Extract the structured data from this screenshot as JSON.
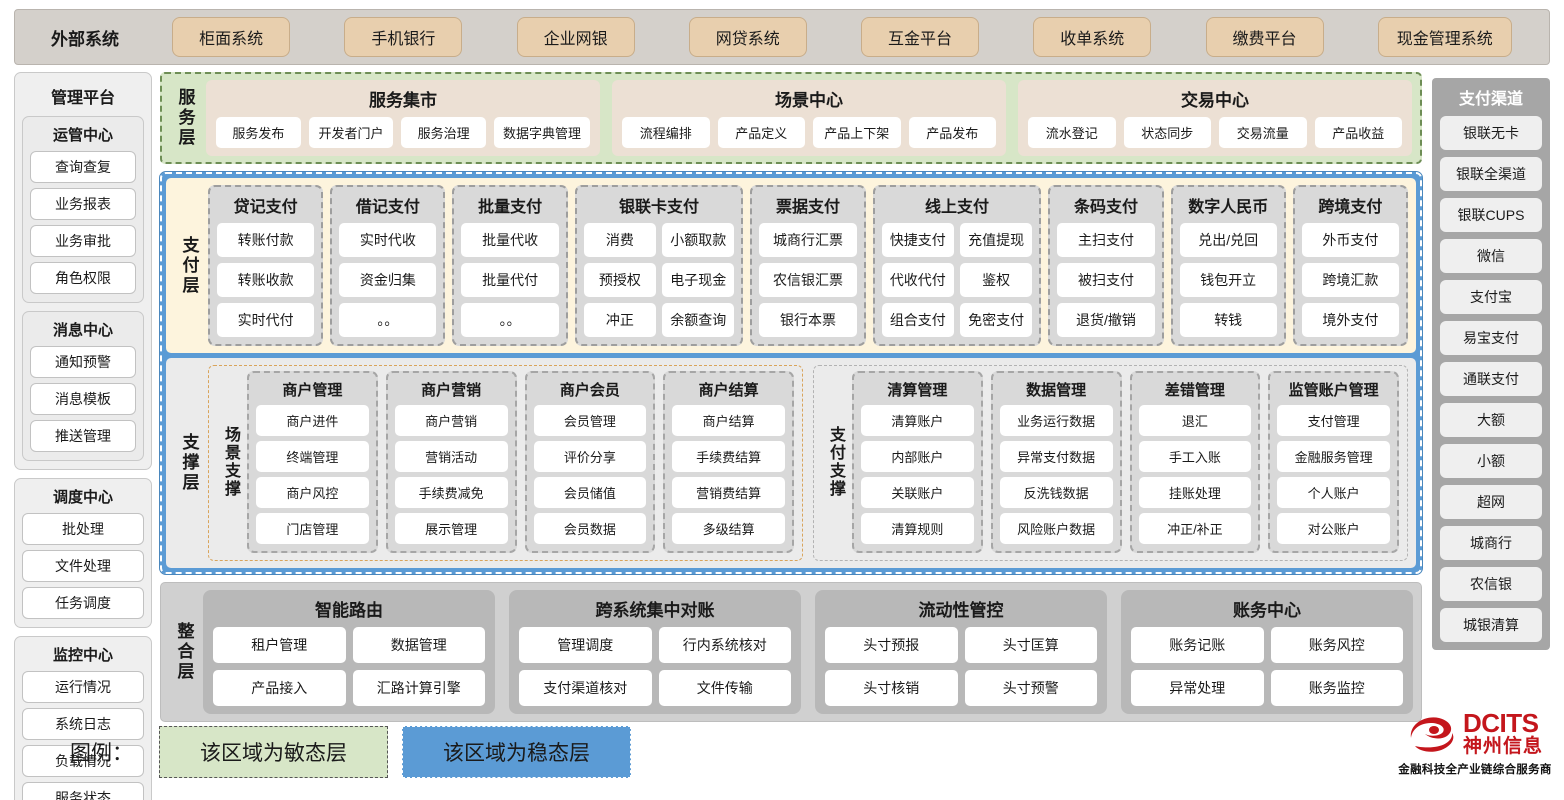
{
  "external": {
    "title": "外部系统",
    "items": [
      "柜面系统",
      "手机银行",
      "企业网银",
      "网贷系统",
      "互金平台",
      "收单系统",
      "缴费平台",
      "现金管理系统"
    ]
  },
  "management": {
    "title": "管理平台",
    "groups": [
      {
        "title": "运管中心",
        "items": [
          "查询查复",
          "业务报表",
          "业务审批",
          "角色权限"
        ]
      },
      {
        "title": "消息中心",
        "items": [
          "通知预警",
          "消息模板",
          "推送管理"
        ]
      }
    ],
    "standalone": [
      {
        "title": "调度中心",
        "items": [
          "批处理",
          "文件处理",
          "任务调度"
        ]
      },
      {
        "title": "监控中心",
        "items": [
          "运行情况",
          "系统日志",
          "负载情况",
          "服务状态"
        ]
      }
    ]
  },
  "service_layer": {
    "label": "服务层",
    "groups": [
      {
        "title": "服务集市",
        "items": [
          "服务发布",
          "开发者门户",
          "服务治理",
          "数据字典管理"
        ]
      },
      {
        "title": "场景中心",
        "items": [
          "流程编排",
          "产品定义",
          "产品上下架",
          "产品发布"
        ]
      },
      {
        "title": "交易中心",
        "items": [
          "流水登记",
          "状态同步",
          "交易流量",
          "产品收益"
        ]
      }
    ]
  },
  "payment_layer": {
    "label": "支付层",
    "groups": [
      {
        "title": "贷记支付",
        "cols": 1,
        "items": [
          "转账付款",
          "转账收款",
          "实时代付"
        ]
      },
      {
        "title": "借记支付",
        "cols": 1,
        "items": [
          "实时代收",
          "资金归集",
          "。。"
        ]
      },
      {
        "title": "批量支付",
        "cols": 1,
        "items": [
          "批量代收",
          "批量代付",
          "。。"
        ]
      },
      {
        "title": "银联卡支付",
        "cols": 2,
        "items": [
          "消费",
          "小额取款",
          "预授权",
          "电子现金",
          "冲正",
          "余额查询"
        ]
      },
      {
        "title": "票据支付",
        "cols": 1,
        "items": [
          "城商行汇票",
          "农信银汇票",
          "银行本票"
        ]
      },
      {
        "title": "线上支付",
        "cols": 2,
        "items": [
          "快捷支付",
          "充值提现",
          "代收代付",
          "鉴权",
          "组合支付",
          "免密支付"
        ]
      },
      {
        "title": "条码支付",
        "cols": 1,
        "items": [
          "主扫支付",
          "被扫支付",
          "退货/撤销"
        ]
      },
      {
        "title": "数字人民币",
        "cols": 1,
        "items": [
          "兑出/兑回",
          "钱包开立",
          "转钱"
        ]
      },
      {
        "title": "跨境支付",
        "cols": 1,
        "items": [
          "外币支付",
          "跨境汇款",
          "境外支付"
        ]
      }
    ]
  },
  "support_layer": {
    "label": "支撑层",
    "blocks": [
      {
        "label": "场景支撑",
        "style": "scenario",
        "cols": [
          {
            "title": "商户管理",
            "items": [
              "商户进件",
              "终端管理",
              "商户风控",
              "门店管理"
            ]
          },
          {
            "title": "商户营销",
            "items": [
              "商户营销",
              "营销活动",
              "手续费减免",
              "展示管理"
            ]
          },
          {
            "title": "商户会员",
            "items": [
              "会员管理",
              "评价分享",
              "会员储值",
              "会员数据"
            ]
          },
          {
            "title": "商户结算",
            "items": [
              "商户结算",
              "手续费结算",
              "营销费结算",
              "多级结算"
            ]
          }
        ]
      },
      {
        "label": "支付支撑",
        "style": "paysup",
        "cols": [
          {
            "title": "清算管理",
            "items": [
              "清算账户",
              "内部账户",
              "关联账户",
              "清算规则"
            ]
          },
          {
            "title": "数据管理",
            "items": [
              "业务运行数据",
              "异常支付数据",
              "反洗钱数据",
              "风险账户数据"
            ]
          },
          {
            "title": "差错管理",
            "items": [
              "退汇",
              "手工入账",
              "挂账处理",
              "冲正/补正"
            ]
          },
          {
            "title": "监管账户管理",
            "items": [
              "支付管理",
              "金融服务管理",
              "个人账户",
              "对公账户"
            ]
          }
        ]
      }
    ]
  },
  "integration_layer": {
    "label": "整合层",
    "groups": [
      {
        "title": "智能路由",
        "items": [
          "租户管理",
          "数据管理",
          "产品接入",
          "汇路计算引擎"
        ]
      },
      {
        "title": "跨系统集中对账",
        "items": [
          "管理调度",
          "行内系统核对",
          "支付渠道核对",
          "文件传输"
        ]
      },
      {
        "title": "流动性管控",
        "items": [
          "头寸预报",
          "头寸匡算",
          "头寸核销",
          "头寸预警"
        ]
      },
      {
        "title": "账务中心",
        "items": [
          "账务记账",
          "账务风控",
          "异常处理",
          "账务监控"
        ]
      }
    ]
  },
  "channels": {
    "title": "支付渠道",
    "items": [
      "银联无卡",
      "银联全渠道",
      "银联CUPS",
      "微信",
      "支付宝",
      "易宝支付",
      "通联支付",
      "大额",
      "小额",
      "超网",
      "城商行",
      "农信银",
      "城银清算"
    ]
  },
  "legend": {
    "label": "图例：",
    "agile": "该区域为敏态层",
    "stable": "该区域为稳态层",
    "agile_color": "#d7e6c7",
    "stable_color": "#5b9bd5"
  },
  "logo": {
    "en": "DCITS",
    "cn": "神州信息",
    "tagline": "金融科技全产业链综合服务商",
    "brand_color": "#c4161c"
  }
}
